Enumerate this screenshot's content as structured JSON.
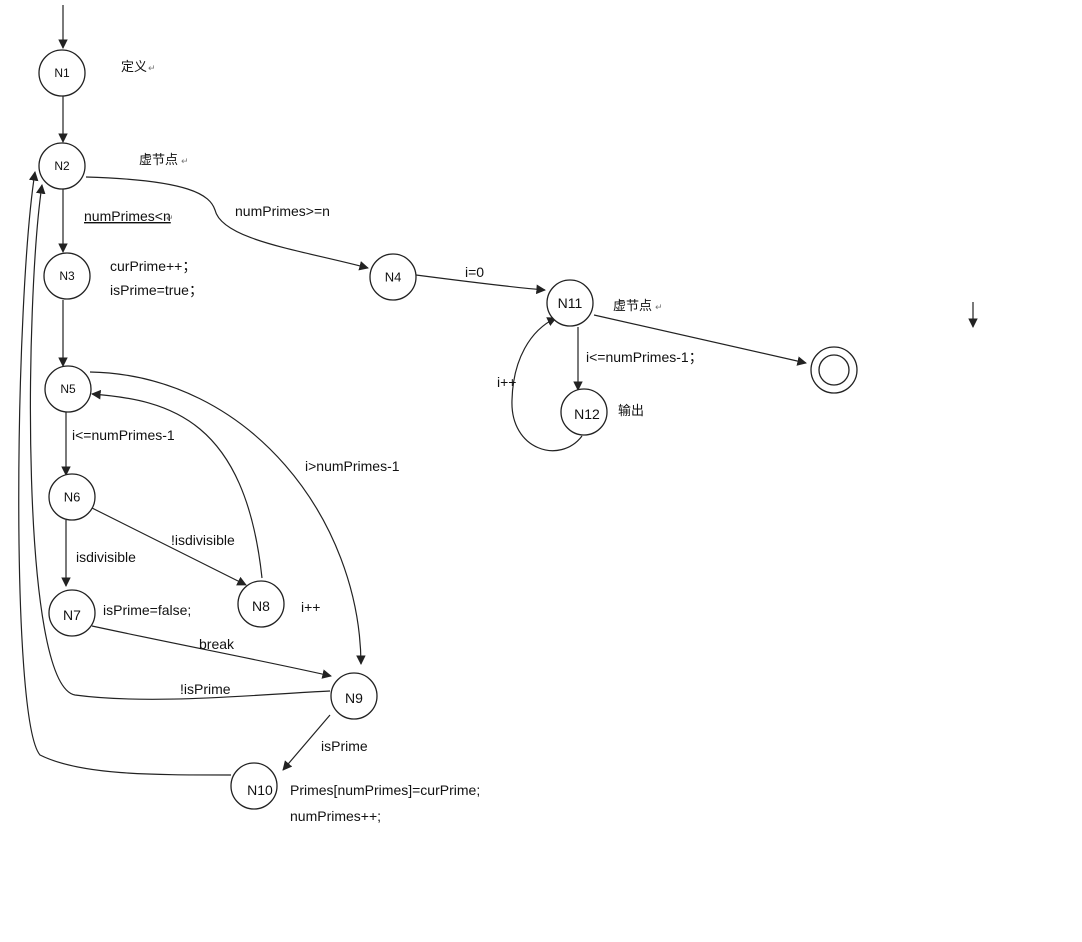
{
  "nodes": {
    "n1": "N1",
    "n2": "N2",
    "n3": "N3",
    "n4": "N4",
    "n5": "N5",
    "n6": "N6",
    "n7": "N7",
    "n8": "N8",
    "n9": "N9",
    "n10": "N10",
    "n11": "N11",
    "n12": "N12"
  },
  "annotations": {
    "n1_note": "定义",
    "n2_note": "虚节点",
    "n3_line1": "curPrime++；",
    "n3_line2": "isPrime=true；",
    "n7_note": "isPrime=false;",
    "n8_note": "i++",
    "n10_line1": "Primes[numPrimes]=curPrime;",
    "n10_line2": "numPrimes++;",
    "n11_note": "虚节点",
    "n12_note": "输出"
  },
  "edges": {
    "n2_n3": "numPrimes<n",
    "n2_n4": "numPrimes>=n",
    "n4_n11": "i=0",
    "n11_n12": "i<=numPrimes-1；",
    "n12_n11": "i++",
    "n5_n6": "i<=numPrimes-1",
    "n5_n9": "i>numPrimes-1",
    "n6_n7": "isdivisible",
    "n6_n8": "!isdivisible",
    "n7_n9": "break",
    "n9_n2": "!isPrime",
    "n9_n10": "isPrime"
  },
  "colors": {
    "ink": "#222222",
    "background": "#ffffff"
  }
}
